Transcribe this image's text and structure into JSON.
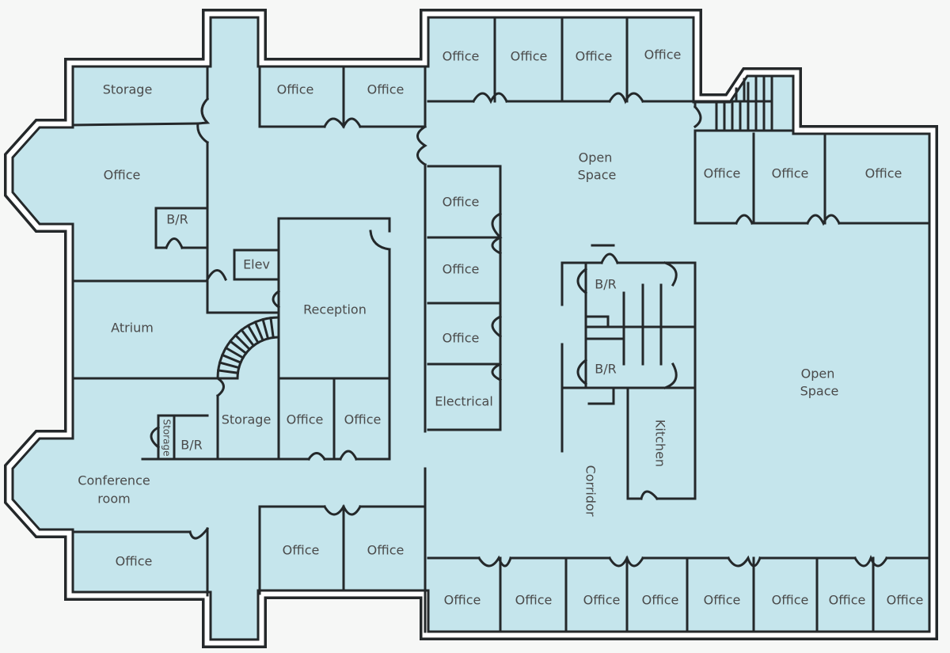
{
  "colors": {
    "room_fill": "#c5e5ec",
    "wall": "#24282a",
    "background": "#f6f7f6",
    "text": "#4a4a4a"
  },
  "rooms": {
    "storage_nw": "Storage",
    "office_top_a": "Office",
    "office_top_b": "Office",
    "office_row1_a": "Office",
    "office_row1_b": "Office",
    "office_row1_c": "Office",
    "office_row1_d": "Office",
    "office_west": "Office",
    "br_west": "B/R",
    "elev": "Elev",
    "reception": "Reception",
    "atrium": "Atrium",
    "open_space_n_1": "Open",
    "open_space_n_2": "Space",
    "office_mid_a": "Office",
    "office_mid_b": "Office",
    "office_mid_c": "Office",
    "electrical": "Electrical",
    "office_ne_a": "Office",
    "office_ne_b": "Office",
    "office_ne_c": "Office",
    "br_core_n": "B/R",
    "br_core_s": "B/R",
    "open_space_e_1": "Open",
    "open_space_e_2": "Space",
    "kitchen": "Kitchen",
    "corridor": "Corridor",
    "storage_sw": "Storage",
    "office_sw_a": "Office",
    "office_sw_b": "Office",
    "storage_small": "Storage",
    "br_sw": "B/R",
    "conference_1": "Conference",
    "conference_2": "room",
    "office_south_w": "Office",
    "office_bot_a": "Office",
    "office_bot_b": "Office",
    "office_s1": "Office",
    "office_s2": "Office",
    "office_s3": "Office",
    "office_s4": "Office",
    "office_s5": "Office",
    "office_s6": "Office",
    "office_s7": "Office",
    "office_s8": "Office"
  }
}
